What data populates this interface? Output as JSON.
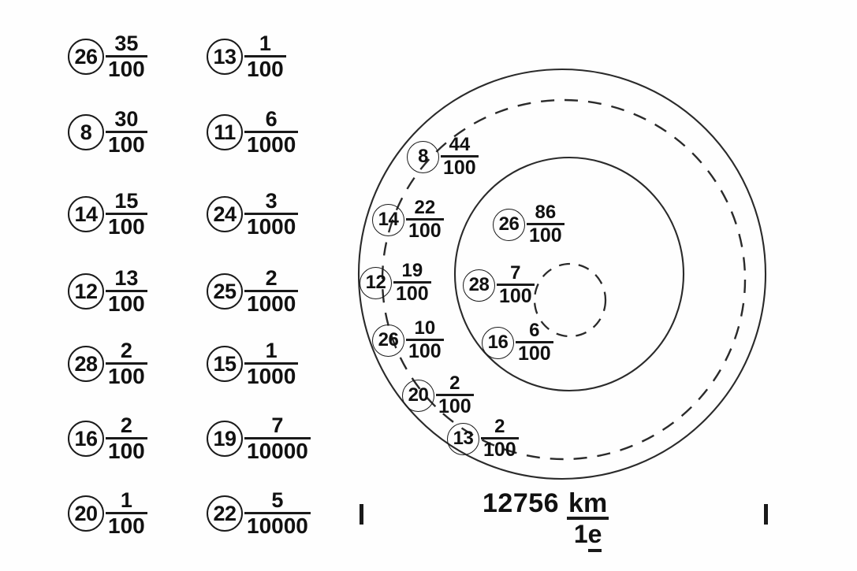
{
  "document": {
    "kind": "scanned-worksheet-figure",
    "background_color": "#fefefe",
    "ink_color": "#1a1a1a"
  },
  "fraction_list": {
    "columns": [
      {
        "name": "left-column",
        "items": [
          {
            "index": "26",
            "numerator": "35",
            "denominator": "100"
          },
          {
            "index": "8",
            "numerator": "30",
            "denominator": "100"
          },
          {
            "index": "14",
            "numerator": "15",
            "denominator": "100"
          },
          {
            "index": "12",
            "numerator": "13",
            "denominator": "100"
          },
          {
            "index": "28",
            "numerator": "2",
            "denominator": "100"
          },
          {
            "index": "16",
            "numerator": "2",
            "denominator": "100"
          },
          {
            "index": "20",
            "numerator": "1",
            "denominator": "100"
          }
        ]
      },
      {
        "name": "right-column",
        "items": [
          {
            "index": "13",
            "numerator": "1",
            "denominator": "100"
          },
          {
            "index": "11",
            "numerator": "6",
            "denominator": "1000"
          },
          {
            "index": "24",
            "numerator": "3",
            "denominator": "1000"
          },
          {
            "index": "25",
            "numerator": "2",
            "denominator": "1000"
          },
          {
            "index": "15",
            "numerator": "1",
            "denominator": "1000"
          },
          {
            "index": "19",
            "numerator": "7",
            "denominator": "10000"
          },
          {
            "index": "22",
            "numerator": "5",
            "denominator": "10000"
          }
        ]
      }
    ]
  },
  "diagram": {
    "outer_ring_labels": [
      {
        "index": "8",
        "numerator": "44",
        "denominator": "100"
      },
      {
        "index": "14",
        "numerator": "22",
        "denominator": "100"
      },
      {
        "index": "12",
        "numerator": "19",
        "denominator": "100"
      },
      {
        "index": "26",
        "numerator": "10",
        "denominator": "100"
      },
      {
        "index": "20",
        "numerator": "2",
        "denominator": "100"
      },
      {
        "index": "13",
        "numerator": "2",
        "denominator": "100"
      }
    ],
    "inner_ring_labels": [
      {
        "index": "26",
        "numerator": "86",
        "denominator": "100"
      },
      {
        "index": "28",
        "numerator": "7",
        "denominator": "100"
      },
      {
        "index": "16",
        "numerator": "6",
        "denominator": "100"
      }
    ],
    "caption": {
      "value": "12756",
      "unit_numerator": "km",
      "unit_denominator_prefix": "1",
      "unit_denominator_underlined": "e"
    }
  },
  "marks": {
    "tick_left": "|",
    "tick_right": "|"
  }
}
